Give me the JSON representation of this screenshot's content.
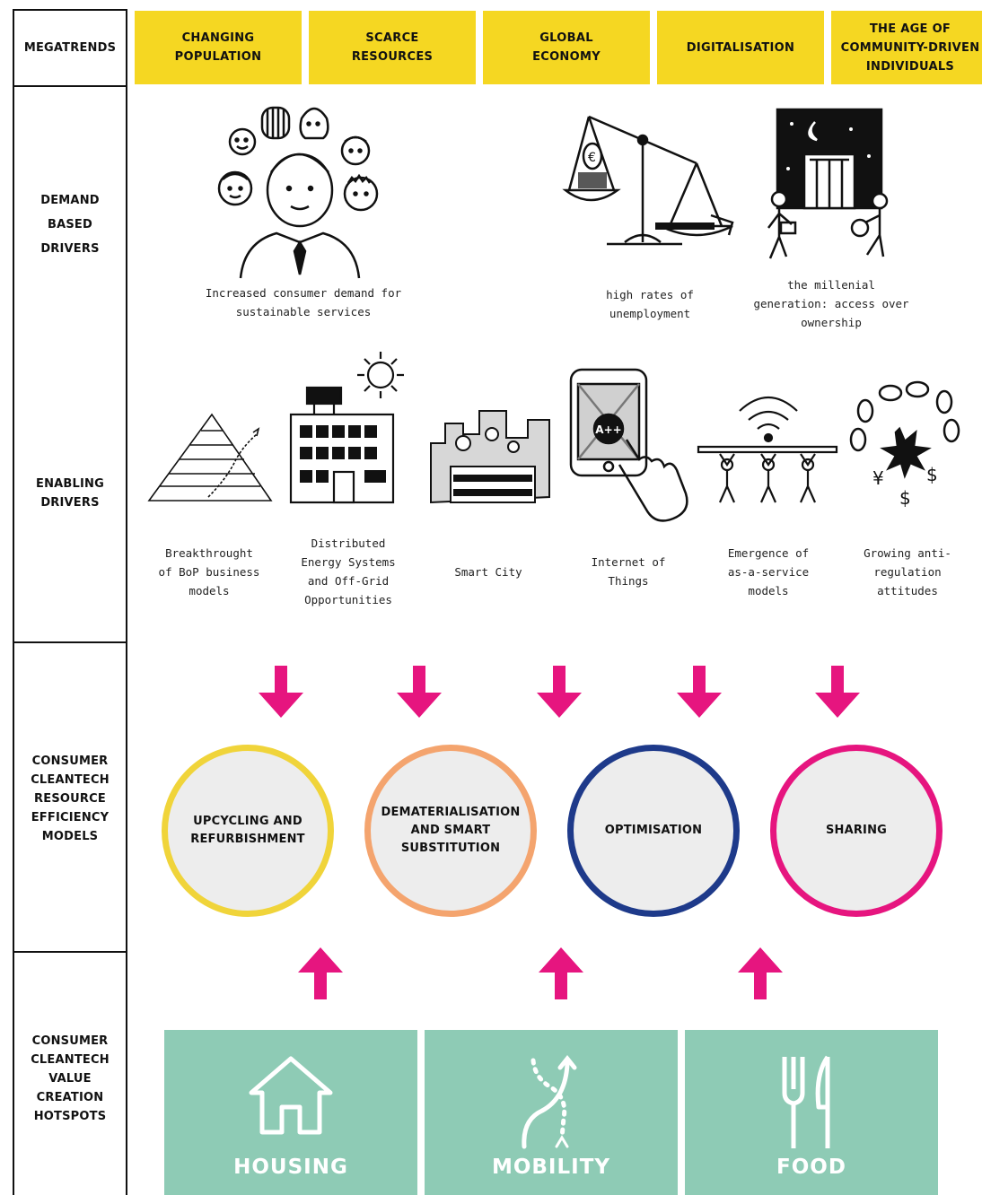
{
  "row_labels": {
    "megatrends": [
      "MEGATRENDS"
    ],
    "demand": [
      "DEMAND",
      "BASED",
      "DRIVERS"
    ],
    "enabling": [
      "ENABLING",
      "DRIVERS"
    ],
    "models": [
      "CONSUMER",
      "CLEANTECH",
      "RESOURCE",
      "EFFICIENCY",
      "MODELS"
    ],
    "hotspots": [
      "CONSUMER",
      "CLEANTECH",
      "VALUE",
      "CREATION",
      "HOTSPOTS"
    ]
  },
  "megatrends": [
    [
      "CHANGING",
      "POPULATION"
    ],
    [
      "SCARCE",
      "RESOURCES"
    ],
    [
      "GLOBAL",
      "ECONOMY"
    ],
    [
      "DIGITALISATION"
    ],
    [
      "THE AGE OF",
      "COMMUNITY-DRIVEN",
      "INDIVIDUALS"
    ]
  ],
  "demand_drivers": [
    [
      "Increased consumer demand for",
      "sustainable services"
    ],
    [
      "high rates of",
      "unemployment"
    ],
    [
      "the millenial",
      "generation: access over",
      "ownership"
    ]
  ],
  "enabling_drivers": [
    [
      "Breakthrought",
      "of BoP business",
      "models"
    ],
    [
      "Distributed",
      "Energy Systems",
      "and Off-Grid",
      "Opportunities"
    ],
    [
      "Smart City"
    ],
    [
      "Internet of",
      "Things"
    ],
    [
      "Emergence of",
      "as-a-service",
      "models"
    ],
    [
      "Growing anti-",
      "regulation",
      "attitudes"
    ]
  ],
  "phone_badge": "A++",
  "models": [
    {
      "lines": [
        "UPCYCLING AND",
        "REFURBISHMENT"
      ],
      "color": "#f0d43a"
    },
    {
      "lines": [
        "DEMATERIALISATION",
        "AND SMART",
        "SUBSTITUTION"
      ],
      "color": "#f4a46e"
    },
    {
      "lines": [
        "OPTIMISATION"
      ],
      "color": "#1e3a8a"
    },
    {
      "lines": [
        "SHARING"
      ],
      "color": "#e6157f"
    }
  ],
  "hotspots": [
    "HOUSING",
    "MOBILITY",
    "FOOD"
  ],
  "colors": {
    "megatrend_fill": "#f5d722",
    "arrow": "#e6157f",
    "hotspot_fill": "#8ecbb5"
  }
}
